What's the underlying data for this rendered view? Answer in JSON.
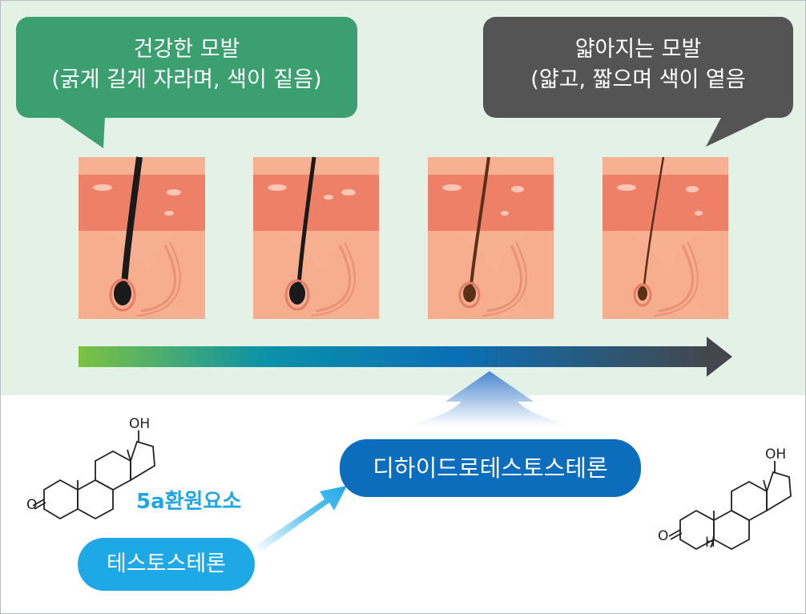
{
  "bubbles": {
    "healthy": {
      "title": "건강한 모발",
      "detail": "(굵게 길게 자라며, 색이 짙음)",
      "color": "#3c9f6f"
    },
    "thinning": {
      "title": "얇아지는 모발",
      "detail": "(얇고, 짧으며 색이 옅음",
      "color": "#545454"
    }
  },
  "stages": [
    {
      "hair_color": "#1a1a1a",
      "thickness": "thick"
    },
    {
      "hair_color": "#1a1a1a",
      "thickness": "medium"
    },
    {
      "hair_color": "#5a3018",
      "thickness": "thin"
    },
    {
      "hair_color": "#5a3018",
      "thickness": "very-thin"
    }
  ],
  "progress_arrow": {
    "gradient": [
      "#7dc243",
      "#0a91a8",
      "#0a6fb5",
      "#43474d"
    ]
  },
  "pathway": {
    "testosterone": "테스토스테론",
    "enzyme": "5a환원요소",
    "dht": "디하이드로테스토스테론"
  },
  "molecules": {
    "testosterone": {
      "labels": [
        "OH",
        "O"
      ]
    },
    "dht": {
      "labels": [
        "OH",
        "O",
        "H"
      ]
    }
  }
}
